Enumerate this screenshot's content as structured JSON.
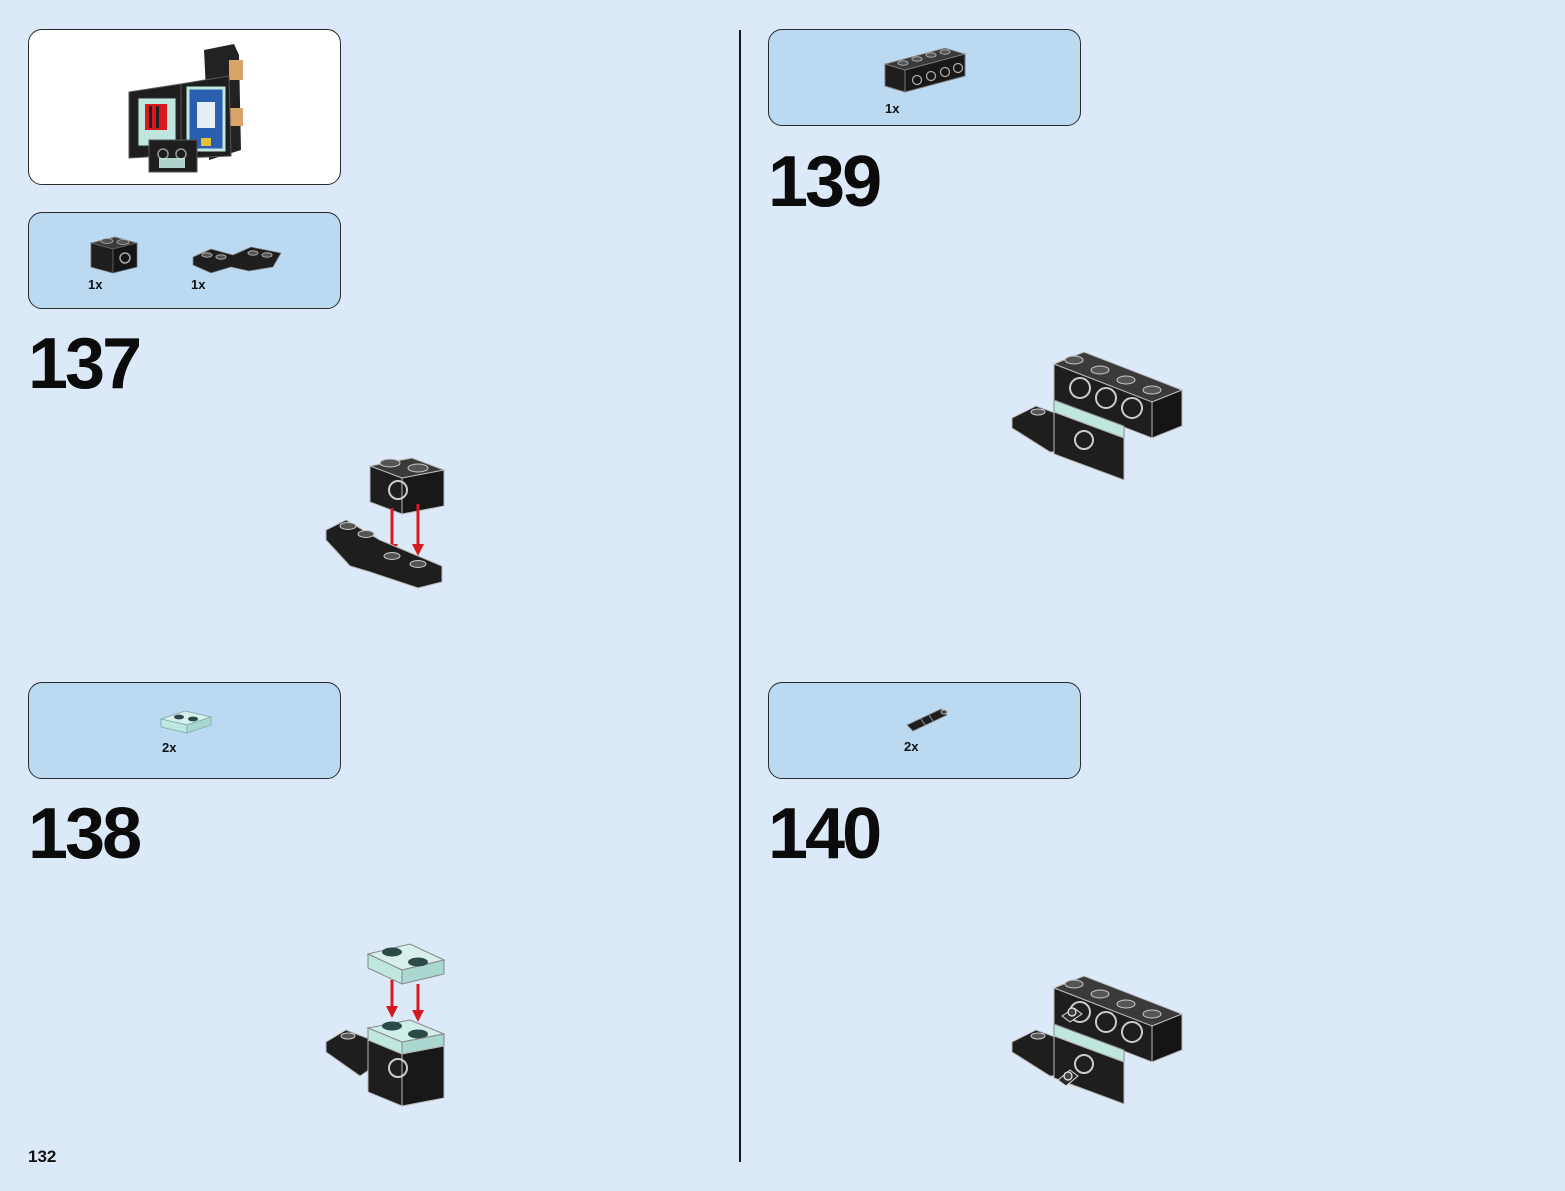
{
  "page_number": "132",
  "steps": [
    {
      "number": "137",
      "parts": [
        {
          "qty": "1x",
          "part": "black technic brick 1x2 with hole"
        },
        {
          "qty": "1x",
          "part": "black wedge plate"
        }
      ]
    },
    {
      "number": "138",
      "parts": [
        {
          "qty": "2x",
          "part": "transparent light blue plate 1x2"
        }
      ]
    },
    {
      "number": "139",
      "parts": [
        {
          "qty": "1x",
          "part": "black technic brick 1x4 with holes"
        }
      ]
    },
    {
      "number": "140",
      "parts": [
        {
          "qty": "2x",
          "part": "black connector pin"
        }
      ]
    }
  ],
  "colors": {
    "background": "#dce9f8",
    "parts_box": "#bcd9f2",
    "brick_black": "#1e1e1e",
    "trans_clear": "#bfe6df",
    "arrow_red": "#d71920"
  },
  "icons": [
    "submodel-preview",
    "arrow-down"
  ]
}
